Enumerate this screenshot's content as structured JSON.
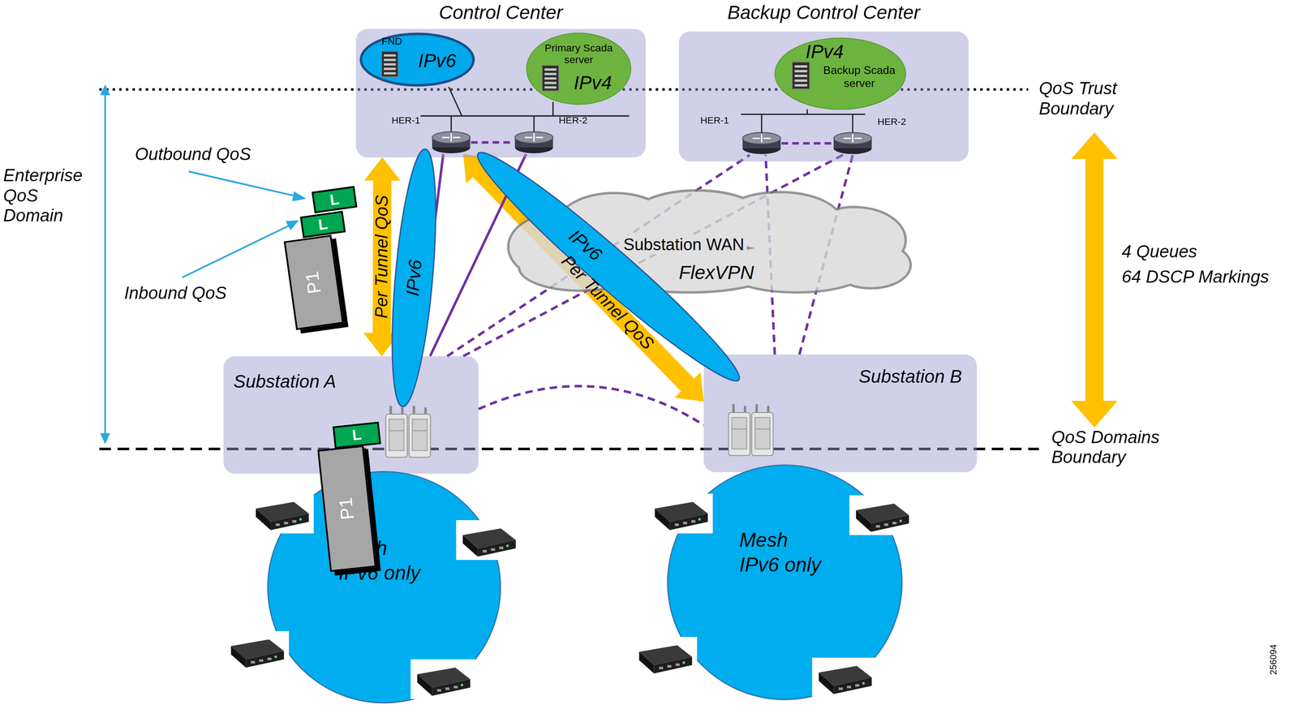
{
  "diagram": {
    "nodes": [
      {
        "text": [
          "Control Center"
        ]
      },
      {
        "text": [
          "FND",
          "IPv6"
        ],
        "in": 0
      },
      {
        "text": [
          "Primary Scada server",
          "IPv4"
        ],
        "in": 0
      },
      {
        "text": [
          "HER-1"
        ],
        "in": 0
      },
      {
        "text": [
          "HER-2"
        ],
        "in": 0
      },
      {
        "text": [
          "Backup Control Center"
        ]
      },
      {
        "text": [
          "IPv4",
          "Backup Scada server"
        ],
        "in": 5
      },
      {
        "text": [
          "HER-1"
        ],
        "in": 5
      },
      {
        "text": [
          "HER-2"
        ],
        "in": 5
      },
      {
        "text": [
          "Substation WAN",
          "FlexVPN"
        ]
      },
      {
        "text": [
          "Substation A"
        ]
      },
      {
        "text": [
          "Substation B"
        ]
      },
      {
        "text": [
          "Mesh",
          "IPv6 only"
        ]
      },
      {
        "text": [
          "Mesh",
          "IPv6 only"
        ]
      },
      {
        "text": [
          "IPv6"
        ]
      },
      {
        "text": [
          "IPv6"
        ]
      },
      {
        "text": [
          "L"
        ]
      },
      {
        "text": [
          "L"
        ]
      },
      {
        "text": [
          "P1"
        ]
      },
      {
        "text": [
          "L"
        ]
      },
      {
        "text": [
          "P1"
        ]
      }
    ],
    "edges": [
      {
        "from": 10,
        "to": 0,
        "arrow": "both",
        "label": "Per Tunnel QoS"
      },
      {
        "from": 3,
        "to": 11,
        "arrow": "both",
        "label": "Per Tunnel QoS"
      },
      {
        "from": 10,
        "to": 3,
        "arrow": "none"
      },
      {
        "from": 10,
        "to": 4,
        "arrow": "none"
      },
      {
        "from": 10,
        "to": 7,
        "arrow": "none"
      },
      {
        "from": 10,
        "to": 8,
        "arrow": "none"
      },
      {
        "from": 10,
        "to": 11,
        "arrow": "none"
      },
      {
        "from": 11,
        "to": 7,
        "arrow": "none"
      },
      {
        "from": 11,
        "to": 8,
        "arrow": "none"
      }
    ],
    "labels": [
      "Outbound QoS",
      "Inbound QoS",
      "Enterprise QoS Domain",
      "QoS Trust Boundary",
      "QoS Domains Boundary",
      "4 Queues",
      "64 DSCP Markings",
      "256094"
    ]
  }
}
